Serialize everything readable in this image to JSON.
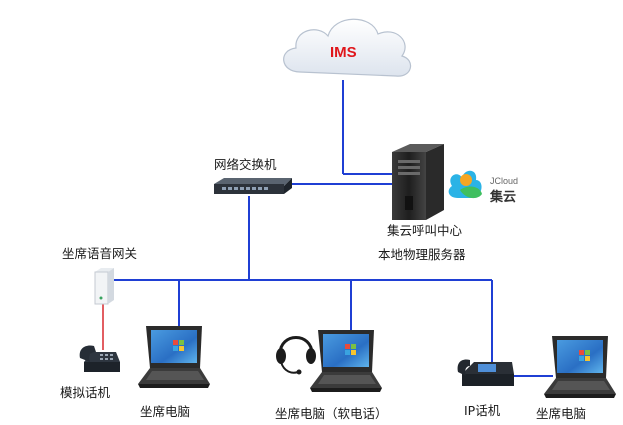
{
  "cloud": {
    "label": "IMS",
    "color": "#e0161b"
  },
  "labels": {
    "switch": "网络交换机",
    "server_line1": "集云呼叫中心",
    "server_line2": "本地物理服务器",
    "gateway": "坐席语音网关",
    "analog_phone": "模拟话机",
    "pc_left": "坐席电脑",
    "pc_soft": "坐席电脑（软电话）",
    "ip_phone": "IP话机",
    "pc_right": "坐席电脑"
  },
  "brand": {
    "name": "JCloud",
    "cn": "集云",
    "colors": [
      "#2bb3e6",
      "#f5a623",
      "#3fbf5f"
    ]
  },
  "colors": {
    "network_line": "#1f3fd4",
    "phone_line": "#d9292e"
  },
  "icons": [
    "cloud-icon",
    "switch-icon",
    "server-icon",
    "gateway-icon",
    "analog-phone-icon",
    "laptop-icon",
    "headset-icon",
    "ip-phone-icon"
  ]
}
